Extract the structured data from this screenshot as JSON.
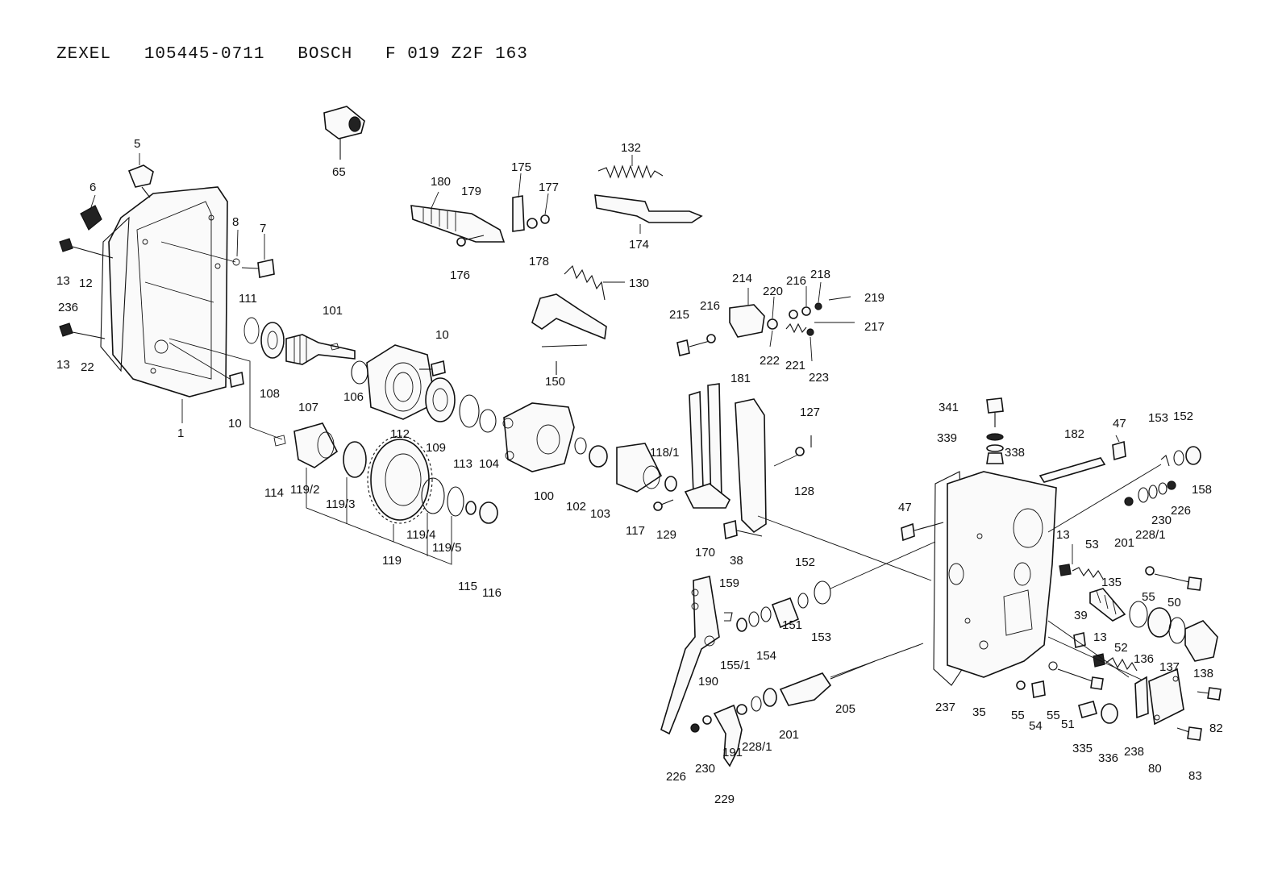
{
  "header": {
    "title": "ZEXEL   105445-0711   BOSCH   F 019 Z2F 163"
  },
  "labels": [
    {
      "id": "5",
      "text": "5"
    },
    {
      "id": "6",
      "text": "6"
    },
    {
      "id": "7",
      "text": "7"
    },
    {
      "id": "8",
      "text": "8"
    },
    {
      "id": "13a",
      "text": "13"
    },
    {
      "id": "12",
      "text": "12"
    },
    {
      "id": "236",
      "text": "236"
    },
    {
      "id": "13b",
      "text": "13"
    },
    {
      "id": "22",
      "text": "22"
    },
    {
      "id": "1",
      "text": "1"
    },
    {
      "id": "10a",
      "text": "10"
    },
    {
      "id": "111",
      "text": "111"
    },
    {
      "id": "108",
      "text": "108"
    },
    {
      "id": "107",
      "text": "107"
    },
    {
      "id": "101",
      "text": "101"
    },
    {
      "id": "106",
      "text": "106"
    },
    {
      "id": "10b",
      "text": "10"
    },
    {
      "id": "112",
      "text": "112"
    },
    {
      "id": "109",
      "text": "109"
    },
    {
      "id": "113",
      "text": "113"
    },
    {
      "id": "104",
      "text": "104"
    },
    {
      "id": "65",
      "text": "65"
    },
    {
      "id": "180",
      "text": "180"
    },
    {
      "id": "179",
      "text": "179"
    },
    {
      "id": "175",
      "text": "175"
    },
    {
      "id": "177",
      "text": "177"
    },
    {
      "id": "176",
      "text": "176"
    },
    {
      "id": "178",
      "text": "178"
    },
    {
      "id": "132",
      "text": "132"
    },
    {
      "id": "174",
      "text": "174"
    },
    {
      "id": "130",
      "text": "130"
    },
    {
      "id": "150",
      "text": "150"
    },
    {
      "id": "214",
      "text": "214"
    },
    {
      "id": "220",
      "text": "220"
    },
    {
      "id": "216a",
      "text": "216"
    },
    {
      "id": "218",
      "text": "218"
    },
    {
      "id": "219",
      "text": "219"
    },
    {
      "id": "215",
      "text": "215"
    },
    {
      "id": "216b",
      "text": "216"
    },
    {
      "id": "217",
      "text": "217"
    },
    {
      "id": "222",
      "text": "222"
    },
    {
      "id": "221",
      "text": "221"
    },
    {
      "id": "223",
      "text": "223"
    },
    {
      "id": "114",
      "text": "114"
    },
    {
      "id": "119_2",
      "text": "119/2"
    },
    {
      "id": "119_3",
      "text": "119/3"
    },
    {
      "id": "119",
      "text": "119"
    },
    {
      "id": "119_4",
      "text": "119/4"
    },
    {
      "id": "119_5",
      "text": "119/5"
    },
    {
      "id": "115",
      "text": "115"
    },
    {
      "id": "116",
      "text": "116"
    },
    {
      "id": "100",
      "text": "100"
    },
    {
      "id": "102",
      "text": "102"
    },
    {
      "id": "103",
      "text": "103"
    },
    {
      "id": "117",
      "text": "117"
    },
    {
      "id": "118_1",
      "text": "118/1"
    },
    {
      "id": "129",
      "text": "129"
    },
    {
      "id": "181",
      "text": "181"
    },
    {
      "id": "170",
      "text": "170"
    },
    {
      "id": "38",
      "text": "38"
    },
    {
      "id": "127",
      "text": "127"
    },
    {
      "id": "128",
      "text": "128"
    },
    {
      "id": "341",
      "text": "341"
    },
    {
      "id": "339",
      "text": "339"
    },
    {
      "id": "338",
      "text": "338"
    },
    {
      "id": "182",
      "text": "182"
    },
    {
      "id": "47a",
      "text": "47"
    },
    {
      "id": "153a",
      "text": "153"
    },
    {
      "id": "152a",
      "text": "152"
    },
    {
      "id": "158",
      "text": "158"
    },
    {
      "id": "201a",
      "text": "201"
    },
    {
      "id": "228_1a",
      "text": "228/1"
    },
    {
      "id": "230a",
      "text": "230"
    },
    {
      "id": "226a",
      "text": "226"
    },
    {
      "id": "47b",
      "text": "47"
    },
    {
      "id": "13c",
      "text": "13"
    },
    {
      "id": "53",
      "text": "53"
    },
    {
      "id": "135",
      "text": "135"
    },
    {
      "id": "55a",
      "text": "55"
    },
    {
      "id": "50",
      "text": "50"
    },
    {
      "id": "39",
      "text": "39"
    },
    {
      "id": "13d",
      "text": "13"
    },
    {
      "id": "52",
      "text": "52"
    },
    {
      "id": "136",
      "text": "136"
    },
    {
      "id": "137",
      "text": "137"
    },
    {
      "id": "138",
      "text": "138"
    },
    {
      "id": "152b",
      "text": "152"
    },
    {
      "id": "159",
      "text": "159"
    },
    {
      "id": "153b",
      "text": "153"
    },
    {
      "id": "151",
      "text": "151"
    },
    {
      "id": "154",
      "text": "154"
    },
    {
      "id": "155_1",
      "text": "155/1"
    },
    {
      "id": "190",
      "text": "190"
    },
    {
      "id": "237",
      "text": "237"
    },
    {
      "id": "35",
      "text": "35"
    },
    {
      "id": "55b",
      "text": "55"
    },
    {
      "id": "54",
      "text": "54"
    },
    {
      "id": "55c",
      "text": "55"
    },
    {
      "id": "51",
      "text": "51"
    },
    {
      "id": "335",
      "text": "335"
    },
    {
      "id": "336",
      "text": "336"
    },
    {
      "id": "238",
      "text": "238"
    },
    {
      "id": "80",
      "text": "80"
    },
    {
      "id": "82",
      "text": "82"
    },
    {
      "id": "83",
      "text": "83"
    },
    {
      "id": "205",
      "text": "205"
    },
    {
      "id": "201b",
      "text": "201"
    },
    {
      "id": "228_1b",
      "text": "228/1"
    },
    {
      "id": "191",
      "text": "191"
    },
    {
      "id": "230b",
      "text": "230"
    },
    {
      "id": "226b",
      "text": "226"
    },
    {
      "id": "229",
      "text": "229"
    }
  ]
}
